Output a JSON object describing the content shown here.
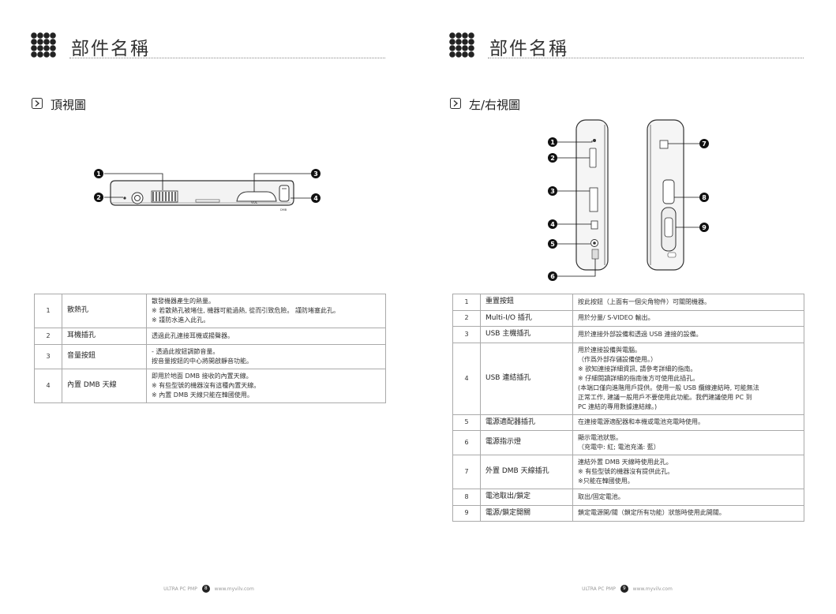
{
  "left_page": {
    "title": "部件名稱",
    "section": "頂視圖",
    "callouts": [
      "1",
      "2",
      "3",
      "4"
    ],
    "device_labels": [
      "VOL",
      "DMB"
    ],
    "table": [
      {
        "num": "1",
        "name": "散熱孔",
        "desc": [
          "散發機器產生的熱量。",
          "※ 若散熱孔被堵住, 機器可能過熱, 從而引致危險。 謹防堵塞此孔。",
          "※ 謹防水進入此孔。"
        ]
      },
      {
        "num": "2",
        "name": "耳機插孔",
        "desc": [
          "透過此孔連接耳機或揚聲器。"
        ]
      },
      {
        "num": "3",
        "name": "音量按鈕",
        "desc": [
          "- 透過此按鈕調節音量。",
          "按音量按鈕的中心將開啟靜音功能。"
        ]
      },
      {
        "num": "4",
        "name": "內置 DMB 天線",
        "desc": [
          "即用於地面 DMB 接收的內置天線。",
          "※ 有些型號的機器沒有這種內置天線。",
          "※ 內置 DMB 天線只能在韓國使用。"
        ]
      }
    ],
    "footer": {
      "brand": "ULTRA PC PMP",
      "page": "8",
      "url": "www.myvilv.com"
    }
  },
  "right_page": {
    "title": "部件名稱",
    "section": "左/右視圖",
    "callouts": [
      "1",
      "2",
      "3",
      "4",
      "5",
      "6",
      "7",
      "8",
      "9"
    ],
    "table": [
      {
        "num": "1",
        "name": "重置按鈕",
        "desc": [
          "按此按鈕（上面有一個尖角物件）可關閉機器。"
        ]
      },
      {
        "num": "2",
        "name": "Multi-I/O 插孔",
        "desc": [
          "用於分量/ S-VIDEO 輸出。"
        ]
      },
      {
        "num": "3",
        "name": "USB 主機插孔",
        "desc": [
          "用於連接外部設備和透過 USB 連接的設備。"
        ]
      },
      {
        "num": "4",
        "name": "USB 連結插孔",
        "desc": [
          "用於連接設備與電腦。",
          "（作爲外部存儲設備使用。）",
          "※ 欲知連接詳細資訊, 請參考詳細的指南。",
          "※ 仔細閱讀詳細的指南後方可使用此插孔。",
          "(本端口僅向進階用戶提供。使用一般 USB 纜線連結時, 可能無法",
          "正常工作, 建議一般用戶不要使用此功能。我們建議使用 PC 到",
          "PC 連結的專用數據連結線。)"
        ]
      },
      {
        "num": "5",
        "name": "電源適配器插孔",
        "desc": [
          "在連接電源適配器和本機或電池充電時使用。"
        ]
      },
      {
        "num": "6",
        "name": "電源指示燈",
        "desc": [
          "顯示電池狀態。",
          "（充電中: 紅; 電池充滿: 藍）"
        ]
      },
      {
        "num": "7",
        "name": "外置 DMB 天線插孔",
        "desc": [
          "連結外置 DMB 天線時使用此孔。",
          "※ 有些型號的機器沒有提供此孔。",
          "※只能在韓國使用。"
        ]
      },
      {
        "num": "8",
        "name": "電池取出/鎖定",
        "desc": [
          "取出/固定電池。"
        ]
      },
      {
        "num": "9",
        "name": "電源/鎖定開關",
        "desc": [
          "鎖定電源開/關（鎖定所有功能）狀態時使用此開關。"
        ]
      }
    ],
    "footer": {
      "brand": "ULTRA PC PMP",
      "page": "9",
      "url": "www.myvilv.com"
    }
  },
  "colors": {
    "text": "#222222",
    "border": "#aaaaaa",
    "callout": "#111111",
    "footer": "#999999"
  },
  "icons": {
    "logo": "grid-logo-icon",
    "section": "chevron-right-box-icon"
  }
}
